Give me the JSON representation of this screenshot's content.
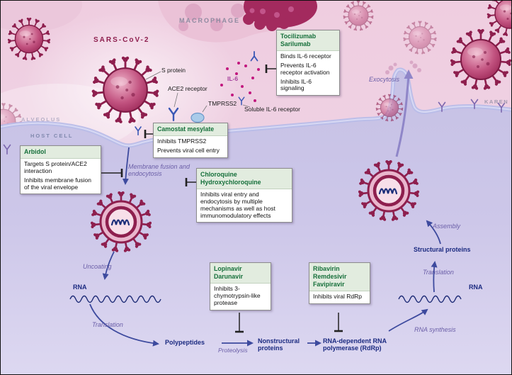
{
  "scene": {
    "macrophage": "MACROPHAGE",
    "virus_name": "SARS-CoV-2",
    "alveolus": "ALVEOLUS",
    "host_cell": "HOST CELL",
    "signature": "KAREN"
  },
  "receptors": {
    "s_protein": "S protein",
    "ace2": "ACE2 receptor",
    "tmprss2": "TMPRSS2",
    "il6": "IL-6",
    "soluble_il6": "Soluble IL-6 receptor"
  },
  "processes": {
    "exocytosis": "Exocytosis",
    "membrane_fusion": "Membrane fusion and endocytosis",
    "uncoating": "Uncoating",
    "translation_left": "Translation",
    "proteolysis": "Proteolysis",
    "rna_synthesis": "RNA synthesis",
    "translation_right": "Translation",
    "assembly": "Assembly"
  },
  "molecules": {
    "rna_left": "RNA",
    "rna_right": "RNA",
    "polypeptides": "Polypeptides",
    "nonstructural": "Nonstructural proteins",
    "rdrp": "RNA-dependent RNA polymerase (RdRp)",
    "structural": "Structural proteins"
  },
  "drugs": [
    {
      "title": "Tocilizumab\nSarilumab",
      "lines": [
        "Binds IL-6 receptor",
        "Prevents IL-6 receptor activation",
        "Inhibits IL-6 signaling"
      ]
    },
    {
      "title": "Camostat mesylate",
      "lines": [
        "Inhibits TMPRSS2",
        "Prevents viral cell entry"
      ]
    },
    {
      "title": "Arbidol",
      "lines": [
        "Targets S protein/ACE2 interaction",
        "Inhibits membrane fusion of the viral envelope"
      ]
    },
    {
      "title": "Chloroquine\nHydroxychloroquine",
      "lines": [
        "Inhibits viral entry and endocytosis by multiple mechanisms as well as host immunomodulatory effects"
      ]
    },
    {
      "title": "Lopinavir\nDarunavir",
      "lines": [
        "Inhibits 3-chymotrypsin-like protease"
      ]
    },
    {
      "title": "Ribavirin\nRemdesivir\nFavipiravir",
      "lines": [
        "Inhibits viral RdRp"
      ]
    }
  ],
  "colors": {
    "drug_title_green": "#156f3a",
    "process_purple": "#6b5fa8",
    "molecule_navy": "#1b2a80",
    "virus_maroon": "#8e1f4e",
    "membrane_periwinkle": "#b9bde8"
  }
}
